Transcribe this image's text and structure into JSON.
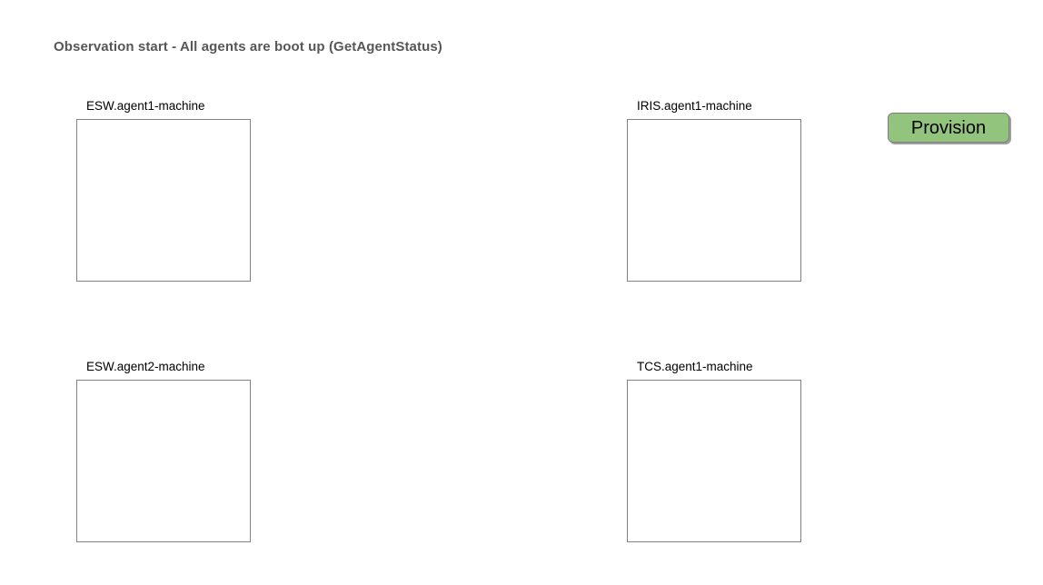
{
  "header": {
    "title": "Observation start - All agents are boot up (GetAgentStatus)",
    "title_color": "#575757"
  },
  "agents": [
    {
      "label": "ESW.agent1-machine",
      "content": ""
    },
    {
      "label": "IRIS.agent1-machine",
      "content": ""
    },
    {
      "label": "ESW.agent2-machine",
      "content": ""
    },
    {
      "label": "TCS.agent1-machine",
      "content": ""
    }
  ],
  "actions": {
    "provision_label": "Provision",
    "provision_color": "#93c47d",
    "provision_border_color": "#7d7d7d",
    "provision_text_color": "#000000"
  },
  "canvas": {
    "background": "#ffffff",
    "panel_border_color": "#828282",
    "panel_background": "#ffffff"
  }
}
